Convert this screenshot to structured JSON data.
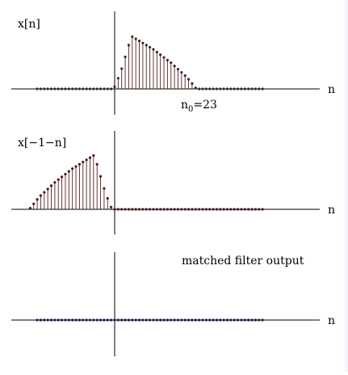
{
  "colors": {
    "background": "#ffffff",
    "axis": "#000000",
    "stem": "#5a1f1f",
    "dot_panel1": "#3a2a2a",
    "dot_panel2": "#4a1a1a",
    "dot_panel3": "#1a1f4a",
    "text": "#000000"
  },
  "chart_data": [
    {
      "type": "stem",
      "title": "x[n]",
      "xlabel": "n",
      "annotation": {
        "base": "n",
        "subscript": "0",
        "rest": "=23"
      },
      "n_range": [
        -22,
        42
      ],
      "nonzero": {
        "n": [
          0,
          1,
          2,
          3,
          4,
          5,
          6,
          7,
          8,
          9,
          10,
          11,
          12,
          13,
          14,
          15,
          16,
          17,
          18,
          19,
          20,
          21,
          22,
          23
        ],
        "values": [
          0.04,
          0.2,
          0.38,
          0.6,
          0.82,
          0.98,
          0.94,
          0.9,
          0.86,
          0.82,
          0.78,
          0.74,
          0.69,
          0.64,
          0.59,
          0.54,
          0.49,
          0.43,
          0.37,
          0.31,
          0.25,
          0.18,
          0.1,
          0.02
        ]
      },
      "ylim": [
        0,
        1
      ]
    },
    {
      "type": "stem",
      "title": "x[−1−n]",
      "xlabel": "n",
      "n_range": [
        -22,
        42
      ],
      "nonzero": {
        "n": [
          -24,
          -23,
          -22,
          -21,
          -20,
          -19,
          -18,
          -17,
          -16,
          -15,
          -14,
          -13,
          -12,
          -11,
          -10,
          -9,
          -8,
          -7,
          -6,
          -5,
          -4,
          -3,
          -2,
          -1
        ],
        "values": [
          0.02,
          0.1,
          0.18,
          0.25,
          0.31,
          0.37,
          0.43,
          0.49,
          0.54,
          0.59,
          0.64,
          0.69,
          0.74,
          0.78,
          0.82,
          0.86,
          0.9,
          0.94,
          0.98,
          0.82,
          0.6,
          0.38,
          0.2,
          0.04
        ]
      },
      "ylim": [
        0,
        1
      ]
    },
    {
      "type": "stem",
      "title": "matched filter output",
      "xlabel": "n",
      "n_range": [
        -22,
        42
      ],
      "nonzero": {
        "n": [],
        "values": []
      },
      "ylim": [
        0,
        1
      ]
    }
  ]
}
